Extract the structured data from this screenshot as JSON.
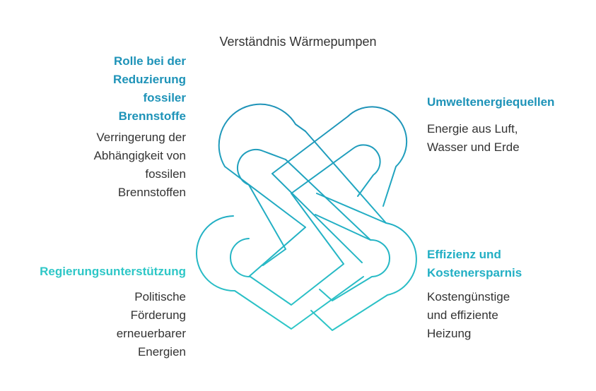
{
  "title": "Verständnis Wärmepumpen",
  "colors": {
    "top_blue": "#1E93B8",
    "mid_teal": "#22AFC4",
    "bottom_cyan": "#2EC7C7",
    "text_dark": "#333333"
  },
  "sections": {
    "top_left": {
      "heading_lines": [
        "Rolle bei der",
        "Reduzierung",
        "fossiler",
        "Brennstoffe"
      ],
      "body_lines": [
        "Verringerung der",
        "Abhängigkeit von",
        "fossilen",
        "Brennstoffen"
      ]
    },
    "top_right": {
      "heading_lines": [
        "Umweltenergiequellen"
      ],
      "body_lines": [
        "Energie aus Luft,",
        "Wasser und Erde"
      ]
    },
    "bottom_left": {
      "heading_lines": [
        "Regierungsunterstützung"
      ],
      "body_lines": [
        "Politische",
        "Förderung",
        "erneuerbarer",
        "Energien"
      ]
    },
    "bottom_right": {
      "heading_lines": [
        "Effizienz und",
        "Kostenersparnis"
      ],
      "body_lines": [
        "Kostengünstige",
        "und effiziente",
        "Heizung"
      ]
    }
  }
}
